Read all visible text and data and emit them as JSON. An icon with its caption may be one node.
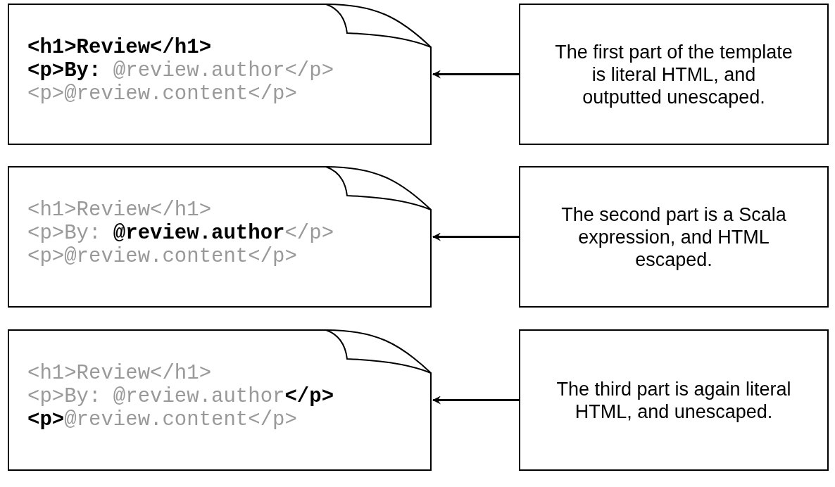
{
  "diagram": {
    "nodes": [
      {
        "text": [
          "**<h1>Review</h1>**",
          "**<p>By:** @review.author</p>",
          "<p>@review.content</p>"
        ]
      },
      {
        "text": [
          "The first part of the template is literal HTML, and outputted unescaped."
        ]
      },
      {
        "text": [
          "<h1>Review</h1>",
          "<p>By: **@review.author**</p>",
          "<p>@review.content</p>"
        ]
      },
      {
        "text": [
          "The second part is a Scala expression, and HTML escaped."
        ]
      },
      {
        "text": [
          "<h1>Review</h1>",
          "<p>By: @review.author**</p>**",
          "**<p>**@review.content</p>"
        ]
      },
      {
        "text": [
          "The third part is again literal HTML, and unescaped."
        ]
      }
    ],
    "edges": [
      {
        "from": 1,
        "to": 0,
        "arrow": "to"
      },
      {
        "from": 3,
        "to": 2,
        "arrow": "to"
      },
      {
        "from": 5,
        "to": 4,
        "arrow": "to"
      }
    ]
  }
}
